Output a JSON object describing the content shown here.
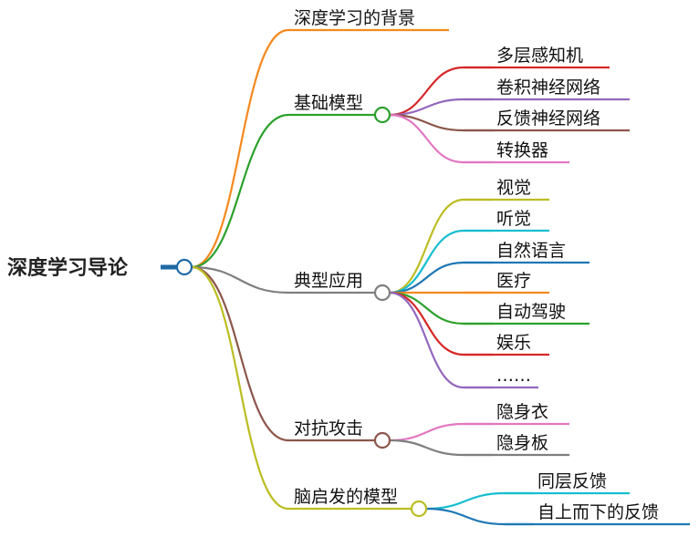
{
  "root": {
    "label": "深度学习导论",
    "color": "#1f6aa5"
  },
  "branches": [
    {
      "label": "深度学习的背景",
      "color": "#f5891f",
      "children": []
    },
    {
      "label": "基础模型",
      "color": "#2ca02c",
      "children": [
        {
          "label": "多层感知机",
          "color": "#d62728"
        },
        {
          "label": "卷积神经网络",
          "color": "#9467bd"
        },
        {
          "label": "反馈神经网络",
          "color": "#8c564b"
        },
        {
          "label": "转换器",
          "color": "#e377c2"
        }
      ]
    },
    {
      "label": "典型应用",
      "color": "#7f7f7f",
      "children": [
        {
          "label": "视觉",
          "color": "#bcbd22"
        },
        {
          "label": "听觉",
          "color": "#17becf"
        },
        {
          "label": "自然语言",
          "color": "#1f77b4"
        },
        {
          "label": "医疗",
          "color": "#f5891f"
        },
        {
          "label": "自动驾驶",
          "color": "#2ca02c"
        },
        {
          "label": "娱乐",
          "color": "#d62728"
        },
        {
          "label": "……",
          "color": "#9467bd"
        }
      ]
    },
    {
      "label": "对抗攻击",
      "color": "#8c564b",
      "children": [
        {
          "label": "隐身衣",
          "color": "#e377c2"
        },
        {
          "label": "隐身板",
          "color": "#7f7f7f"
        }
      ]
    },
    {
      "label": "脑启发的模型",
      "color": "#bcbd22",
      "children": [
        {
          "label": "同层反馈",
          "color": "#17becf"
        },
        {
          "label": "自上而下的反馈",
          "color": "#1f77b4"
        }
      ]
    }
  ]
}
